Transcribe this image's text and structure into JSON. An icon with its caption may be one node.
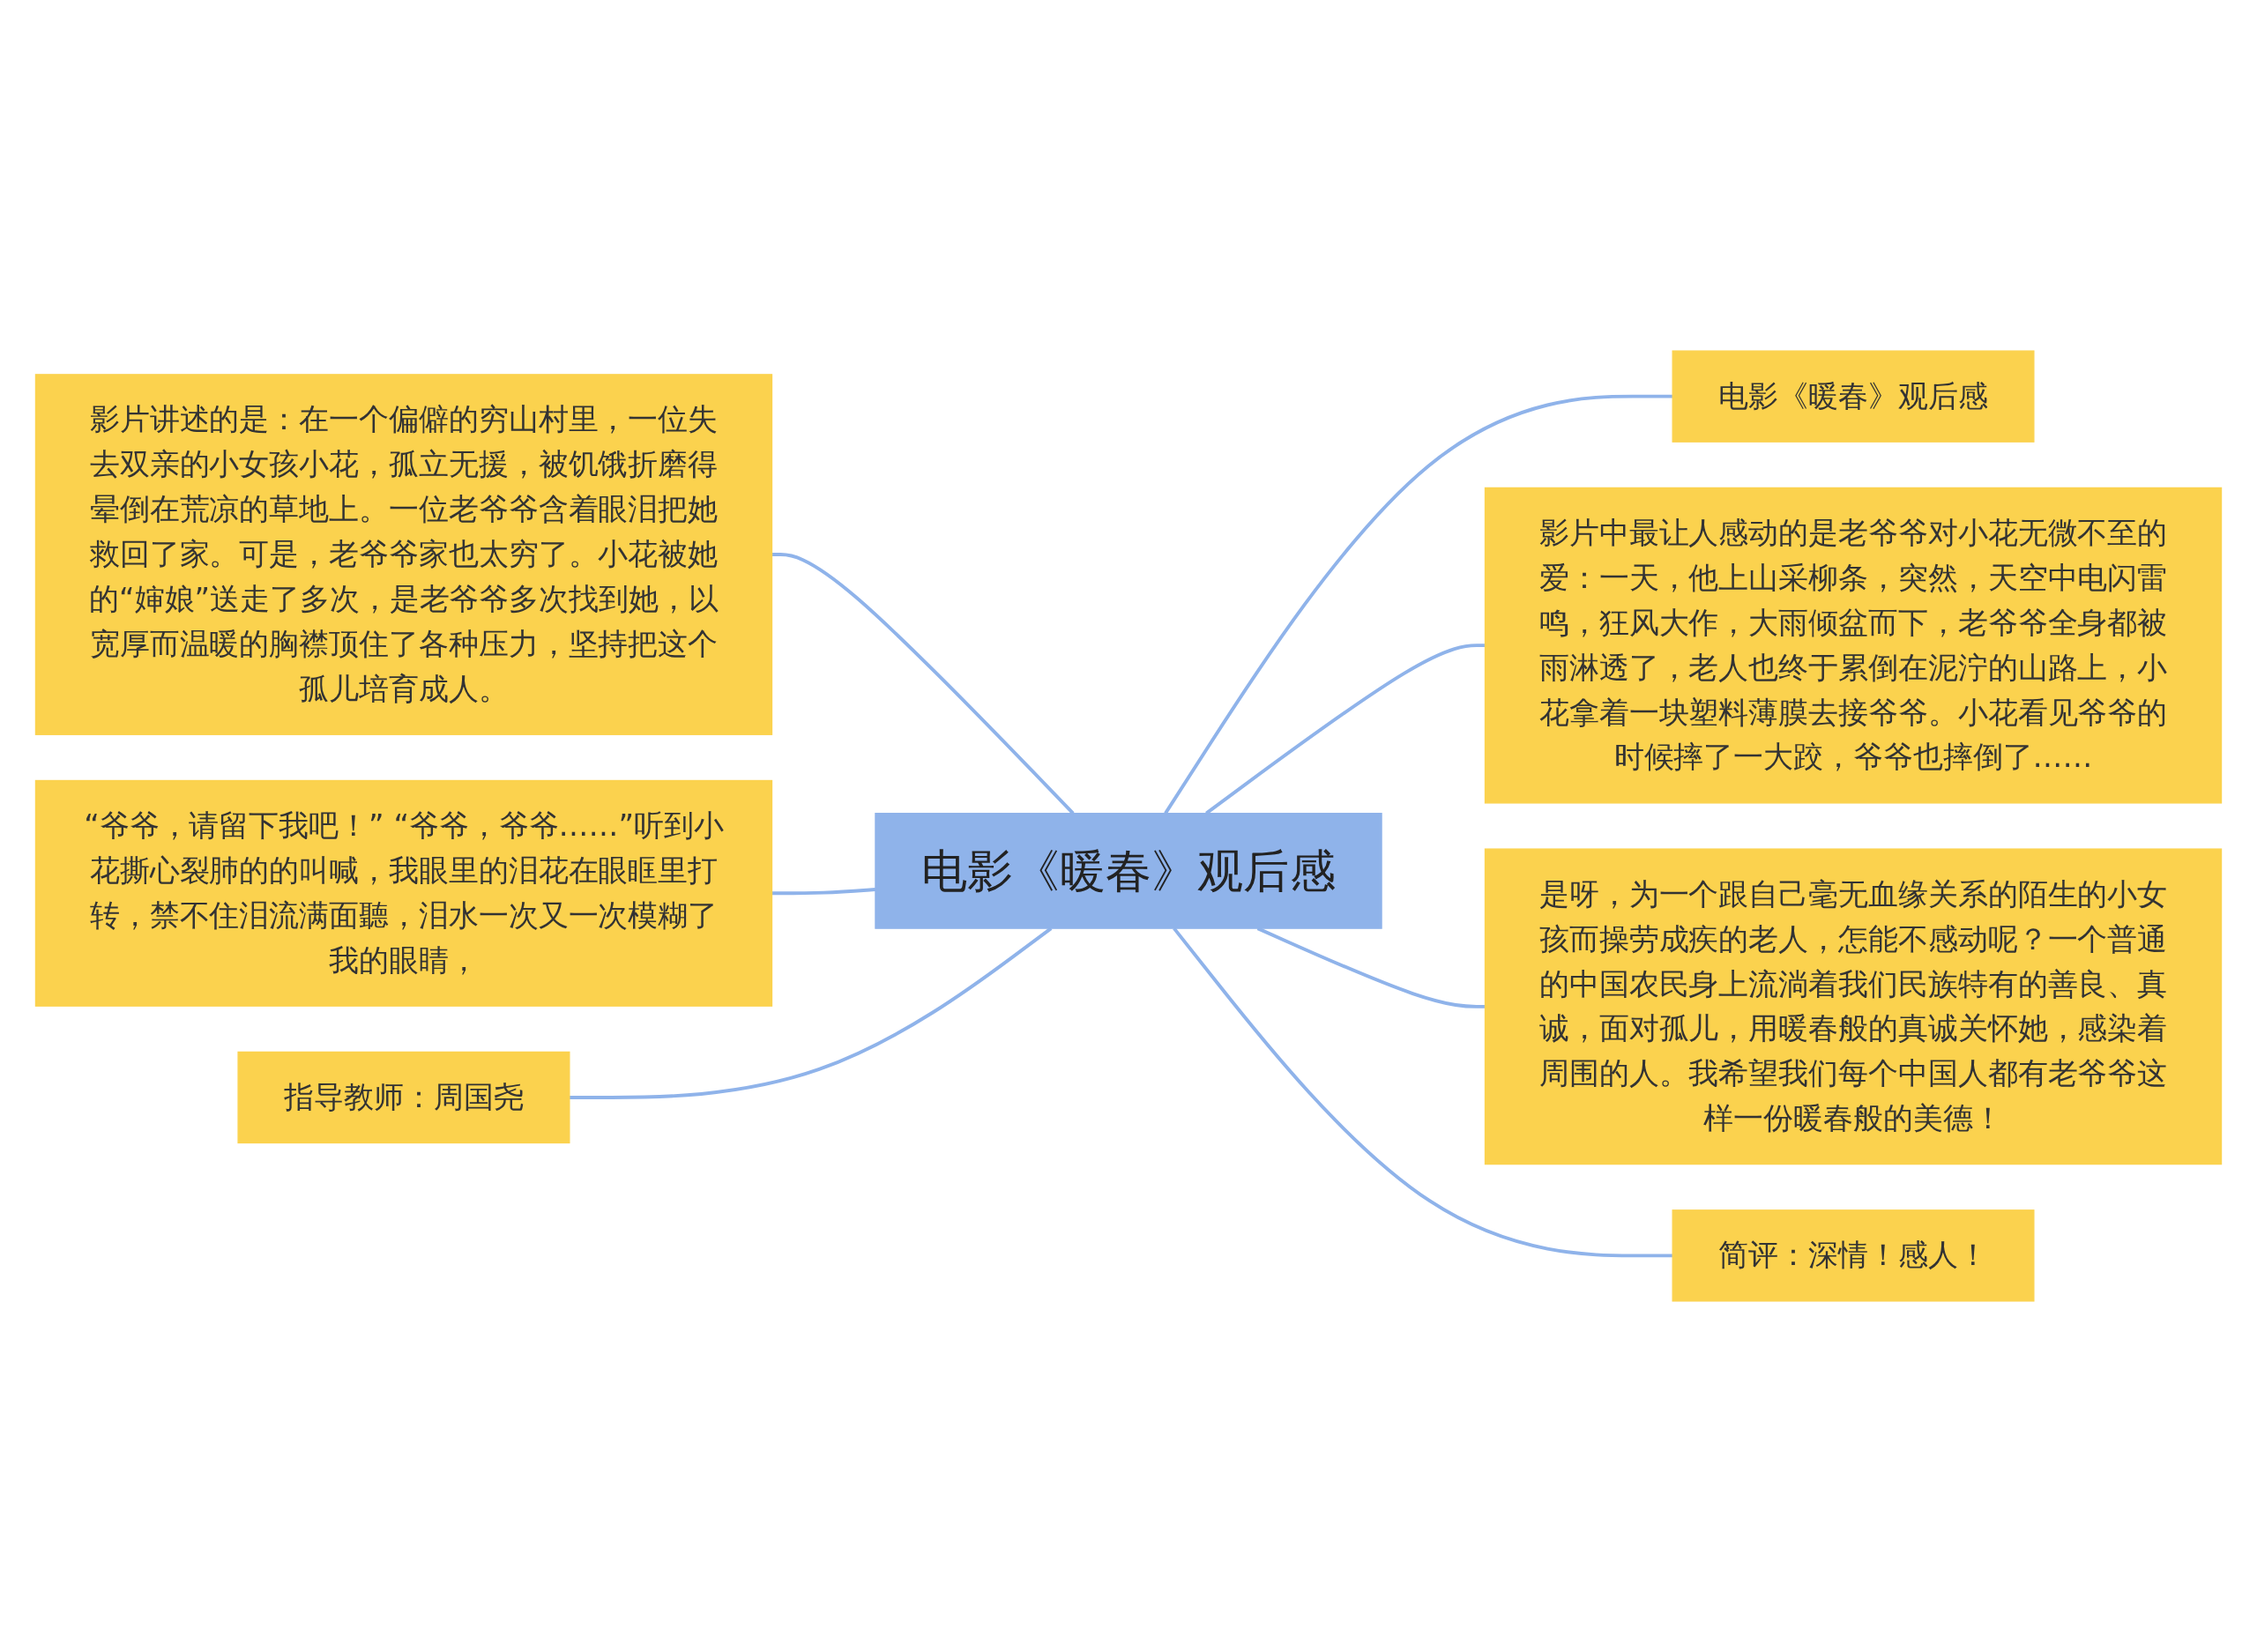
{
  "diagram": {
    "nodes": [
      {
        "text": [
          "电影《暖春》观后感"
        ]
      },
      {
        "text": [
          "影片讲述的是：在一个偏僻的穷山村里，一位失去双亲的小女孩小花，孤立无援，被饥饿折磨得晕倒在荒凉的草地上。一位老爷爷含着眼泪把她救回了家。可是，老爷爷家也太穷了。小花被她的“婶娘”送走了多次，是老爷爷多次找到她，以宽厚而温暖的胸襟顶住了各种压力，坚持把这个孤儿培育成人。"
        ]
      },
      {
        "text": [
          "“爷爷，请留下我吧！” “爷爷，爷爷……”听到小花撕心裂肺的的叫喊，我眼里的泪花在眼眶里打转，禁不住泪流满面聽，泪水一次又一次模糊了我的眼睛，"
        ]
      },
      {
        "text": [
          "指导教师：周国尧"
        ]
      },
      {
        "text": [
          "电影《暖春》观后感"
        ]
      },
      {
        "text": [
          "影片中最让人感动的是老爷爷对小花无微不至的爱：一天，他上山采柳条，突然，天空中电闪雷鸣，狂风大作，大雨倾盆而下，老爷爷全身都被雨淋透了，老人也终于累倒在泥泞的山路上，小花拿着一块塑料薄膜去接爷爷。小花看见爷爷的时候摔了一大跤，爷爷也摔倒了……"
        ]
      },
      {
        "text": [
          "是呀，为一个跟自己毫无血缘关系的陌生的小女孩而操劳成疾的老人，怎能不感动呢？一个普通的中国农民身上流淌着我们民族特有的善良、真诚，面对孤儿，用暖春般的真诚关怀她，感染着周围的人。我希望我们每个中国人都有老爷爷这样一份暖春般的美德！"
        ]
      },
      {
        "text": [
          "简评：深情！感人！"
        ]
      }
    ],
    "edges": [
      {
        "from": 0,
        "to": 1,
        "arrow": "none"
      },
      {
        "from": 0,
        "to": 2,
        "arrow": "none"
      },
      {
        "from": 0,
        "to": 3,
        "arrow": "none"
      },
      {
        "from": 0,
        "to": 4,
        "arrow": "none"
      },
      {
        "from": 0,
        "to": 5,
        "arrow": "none"
      },
      {
        "from": 0,
        "to": 6,
        "arrow": "none"
      },
      {
        "from": 0,
        "to": 7,
        "arrow": "none"
      }
    ]
  }
}
